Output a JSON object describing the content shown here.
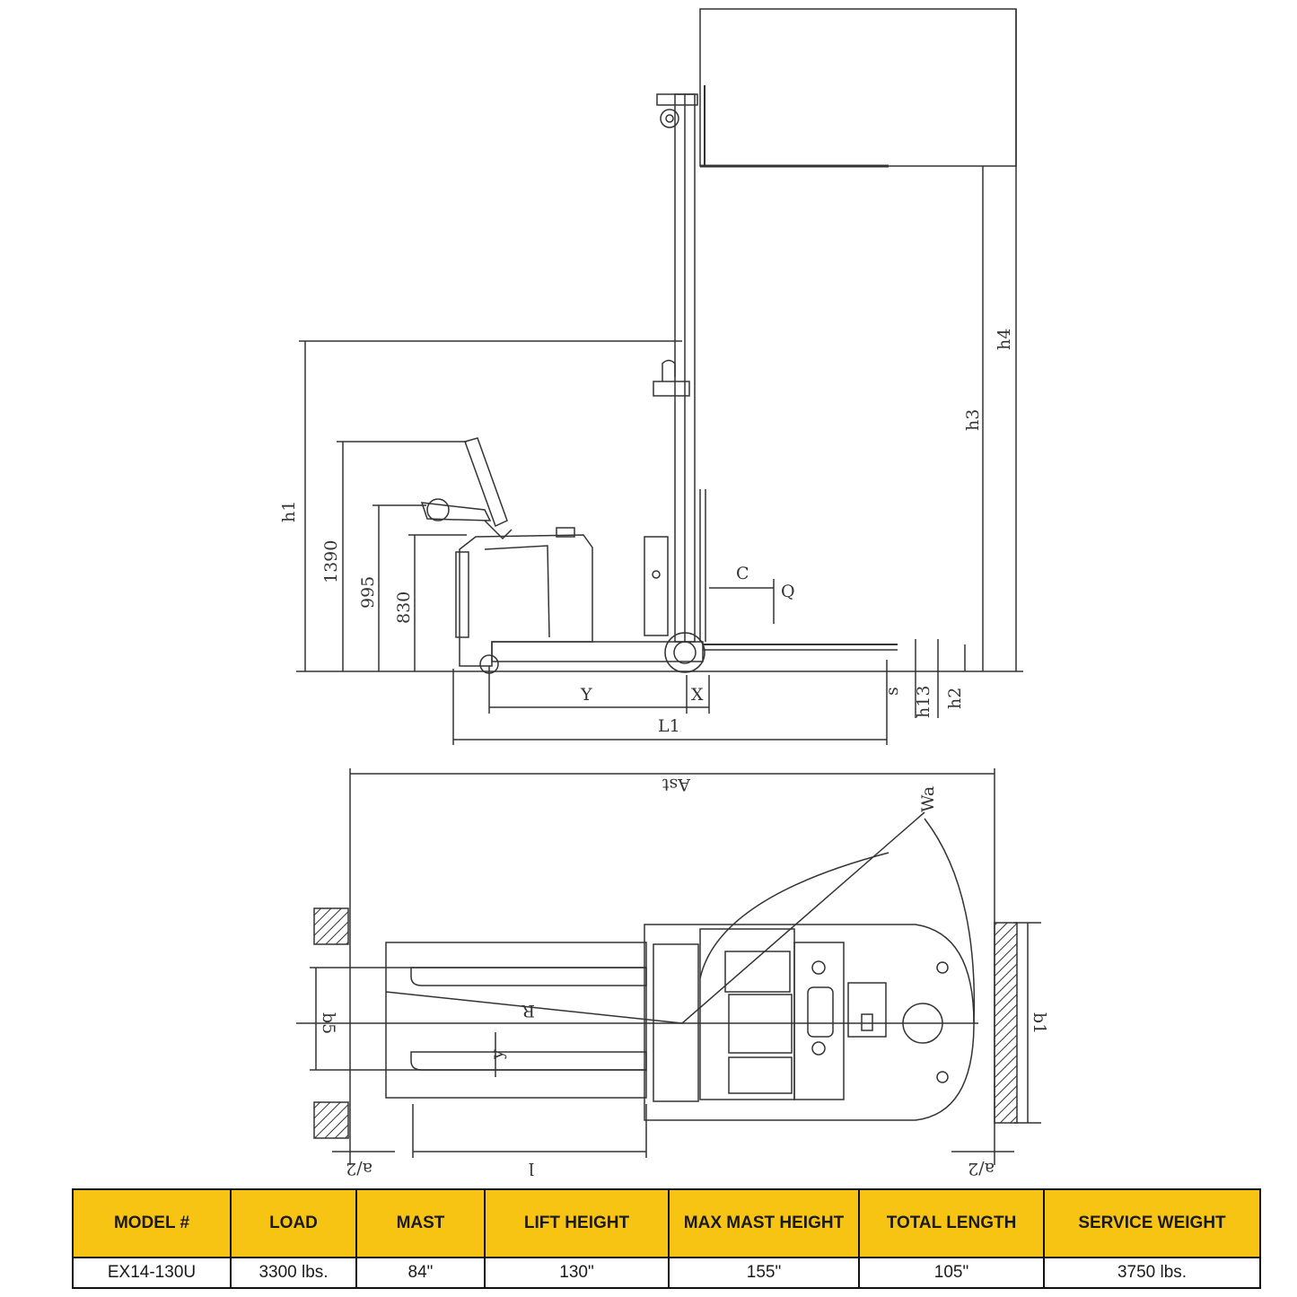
{
  "side_view": {
    "dimension_labels": {
      "h1": "h1",
      "d1390": "1390",
      "d995": "995",
      "d830": "830",
      "y": "Y",
      "x": "X",
      "l1": "L1",
      "c": "C",
      "q": "Q",
      "s": "s",
      "h13": "h13",
      "h2": "h2",
      "h3": "h3",
      "h4": "h4"
    }
  },
  "top_view": {
    "dimension_labels": {
      "ast": "Ast",
      "wa": "Wa",
      "r": "R",
      "y": "y",
      "b5": "b5",
      "b1": "b1",
      "l": "l",
      "a2_left": "a/2",
      "a2_right": "a/2"
    }
  },
  "spec_table": {
    "headers": [
      "MODEL #",
      "LOAD",
      "MAST",
      "LIFT HEIGHT",
      "MAX MAST HEIGHT",
      "TOTAL LENGTH",
      "SERVICE WEIGHT"
    ],
    "rows": [
      [
        "EX14-130U",
        "3300 lbs.",
        "84\"",
        "130\"",
        "155\"",
        "105\"",
        "3750 lbs."
      ]
    ]
  }
}
